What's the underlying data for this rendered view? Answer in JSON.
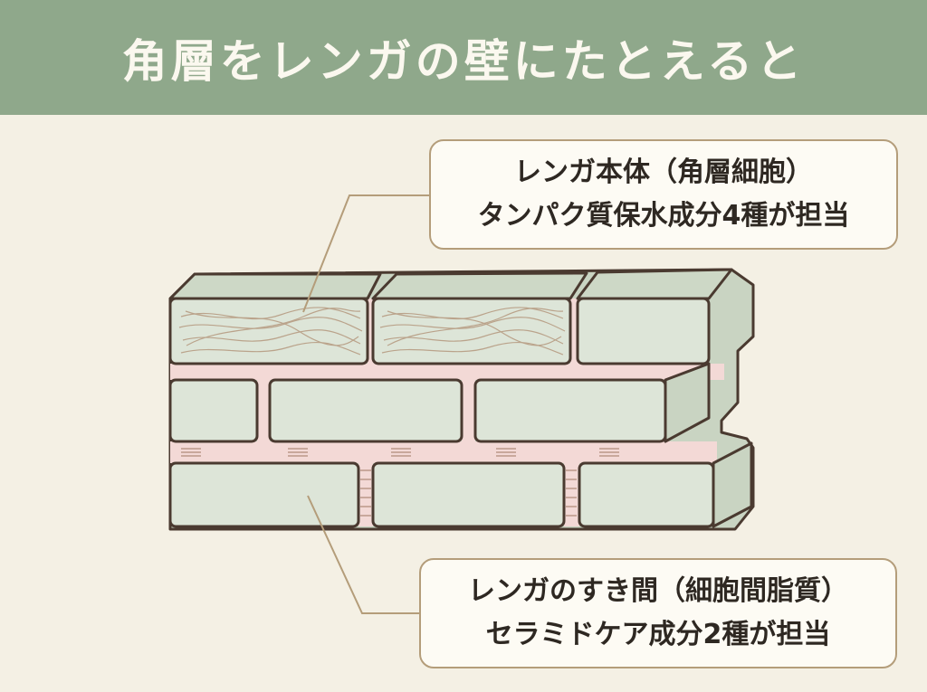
{
  "title": "角層をレンガの壁にたとえると",
  "callout_top": {
    "line1": "レンガ本体（角層細胞）",
    "line2": "タンパク質保水成分4種が担当"
  },
  "callout_bottom": {
    "line1": "レンガのすき間（細胞間脂質）",
    "line2": "セラミドケア成分2種が担当"
  },
  "colors": {
    "header_bg": "#8fa88b",
    "page_bg": "#f4f0e4",
    "brick_face": "#dde5d8",
    "brick_side": "#c9d4c2",
    "mortar": "#f3d9d6",
    "outline": "#4a3a30",
    "leader_line": "#b49d7a"
  },
  "icons": [
    "brick-wall-illustration"
  ]
}
